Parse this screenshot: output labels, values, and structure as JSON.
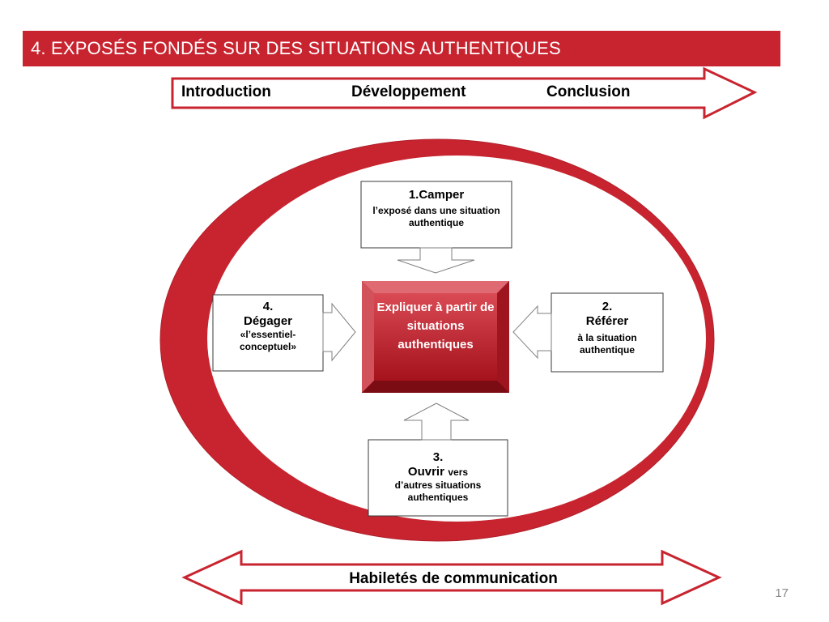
{
  "slide": {
    "title": "4. EXPOSÉS FONDÉS SUR DES SITUATIONS AUTHENTIQUES",
    "page_number": "17"
  },
  "phases": {
    "introduction": "Introduction",
    "development": "Développement",
    "conclusion": "Conclusion"
  },
  "center": {
    "label": "Expliquer à partir de situations authentiques"
  },
  "steps": {
    "camper": {
      "title": "1.Camper",
      "detail": "l’exposé dans une situation authentique"
    },
    "referer": {
      "number": "2.",
      "title": "Référer",
      "detail": "à la situation authentique"
    },
    "ouvrir": {
      "number": "3.",
      "title": "Ouvrir",
      "detail_inline": "vers",
      "detail": "d’autres situations authentiques"
    },
    "degager": {
      "number": "4.",
      "title": "Dégager",
      "detail": "«l’essentiel-conceptuel»"
    }
  },
  "footer": {
    "label": "Habiletés de communication"
  },
  "colors": {
    "accent": "#c8242f",
    "outline": "#c8242f",
    "arrow_gray": "#7f7f7f"
  }
}
